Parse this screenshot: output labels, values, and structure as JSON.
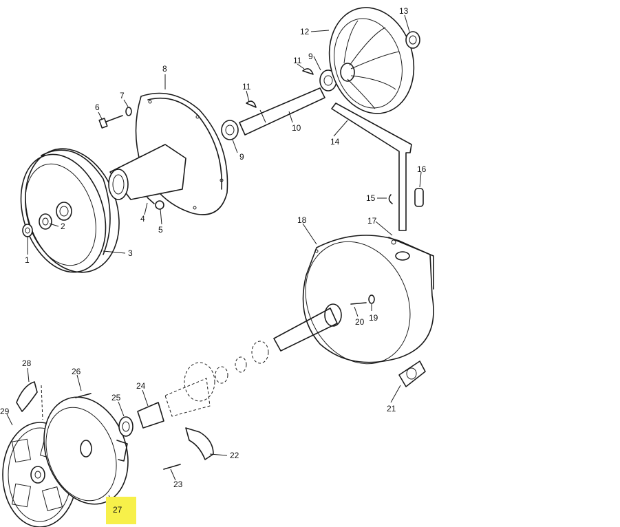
{
  "parts": [
    {
      "id": "1",
      "label": "1"
    },
    {
      "id": "2",
      "label": "2"
    },
    {
      "id": "3",
      "label": "3"
    },
    {
      "id": "4",
      "label": "4"
    },
    {
      "id": "5",
      "label": "5"
    },
    {
      "id": "6",
      "label": "6"
    },
    {
      "id": "7",
      "label": "7"
    },
    {
      "id": "8",
      "label": "8"
    },
    {
      "id": "9a",
      "label": "9"
    },
    {
      "id": "9b",
      "label": "9"
    },
    {
      "id": "10",
      "label": "10"
    },
    {
      "id": "11a",
      "label": "11"
    },
    {
      "id": "11b",
      "label": "11"
    },
    {
      "id": "12",
      "label": "12"
    },
    {
      "id": "13",
      "label": "13"
    },
    {
      "id": "14",
      "label": "14"
    },
    {
      "id": "15",
      "label": "15"
    },
    {
      "id": "16",
      "label": "16"
    },
    {
      "id": "17",
      "label": "17"
    },
    {
      "id": "18",
      "label": "18"
    },
    {
      "id": "19",
      "label": "19"
    },
    {
      "id": "20",
      "label": "20"
    },
    {
      "id": "21",
      "label": "21"
    },
    {
      "id": "22",
      "label": "22"
    },
    {
      "id": "23",
      "label": "23"
    },
    {
      "id": "24",
      "label": "24"
    },
    {
      "id": "25",
      "label": "25"
    },
    {
      "id": "26",
      "label": "26"
    },
    {
      "id": "27",
      "label": "27"
    },
    {
      "id": "28",
      "label": "28"
    },
    {
      "id": "29",
      "label": "29"
    }
  ],
  "highlight": {
    "part": "27",
    "color": "#f7f04a"
  }
}
